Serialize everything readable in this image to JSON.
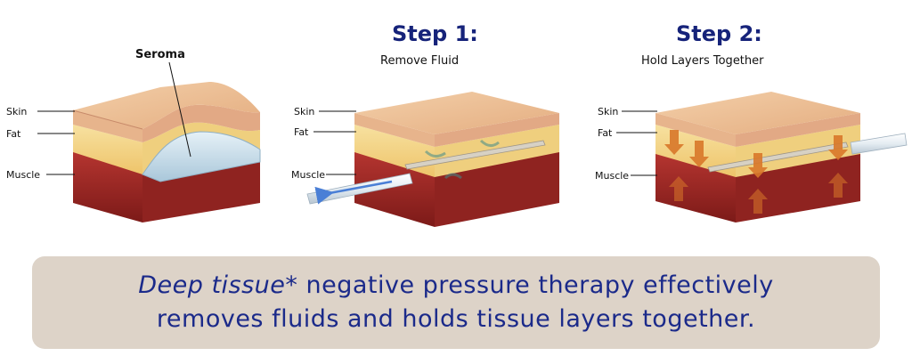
{
  "panels": [
    {
      "callout": "Seroma",
      "labels": {
        "skin": "Skin",
        "fat": "Fat",
        "muscle": "Muscle"
      }
    },
    {
      "step_title": "Step 1:",
      "step_subtitle": "Remove Fluid",
      "labels": {
        "skin": "Skin",
        "fat": "Fat",
        "muscle": "Muscle"
      }
    },
    {
      "step_title": "Step 2:",
      "step_subtitle": "Hold Layers Together",
      "labels": {
        "skin": "Skin",
        "fat": "Fat",
        "muscle": "Muscle"
      }
    }
  ],
  "banner": {
    "line1_emphasis": "Deep tissue*",
    "line1_rest": " negative pressure therapy effectively",
    "line2": "removes fluids and holds tissue layers together."
  },
  "colors": {
    "title_blue": "#16237a",
    "banner_text": "#1b2a8a",
    "banner_bg": "#ddd3c8",
    "skin": "#e9b98f",
    "fat": "#f2d88a",
    "muscle": "#9e2824",
    "seroma_fluid": "#c6dbe8",
    "drain_arrow": "#4a7fd6",
    "pressure_arrow": "#d9782a"
  }
}
